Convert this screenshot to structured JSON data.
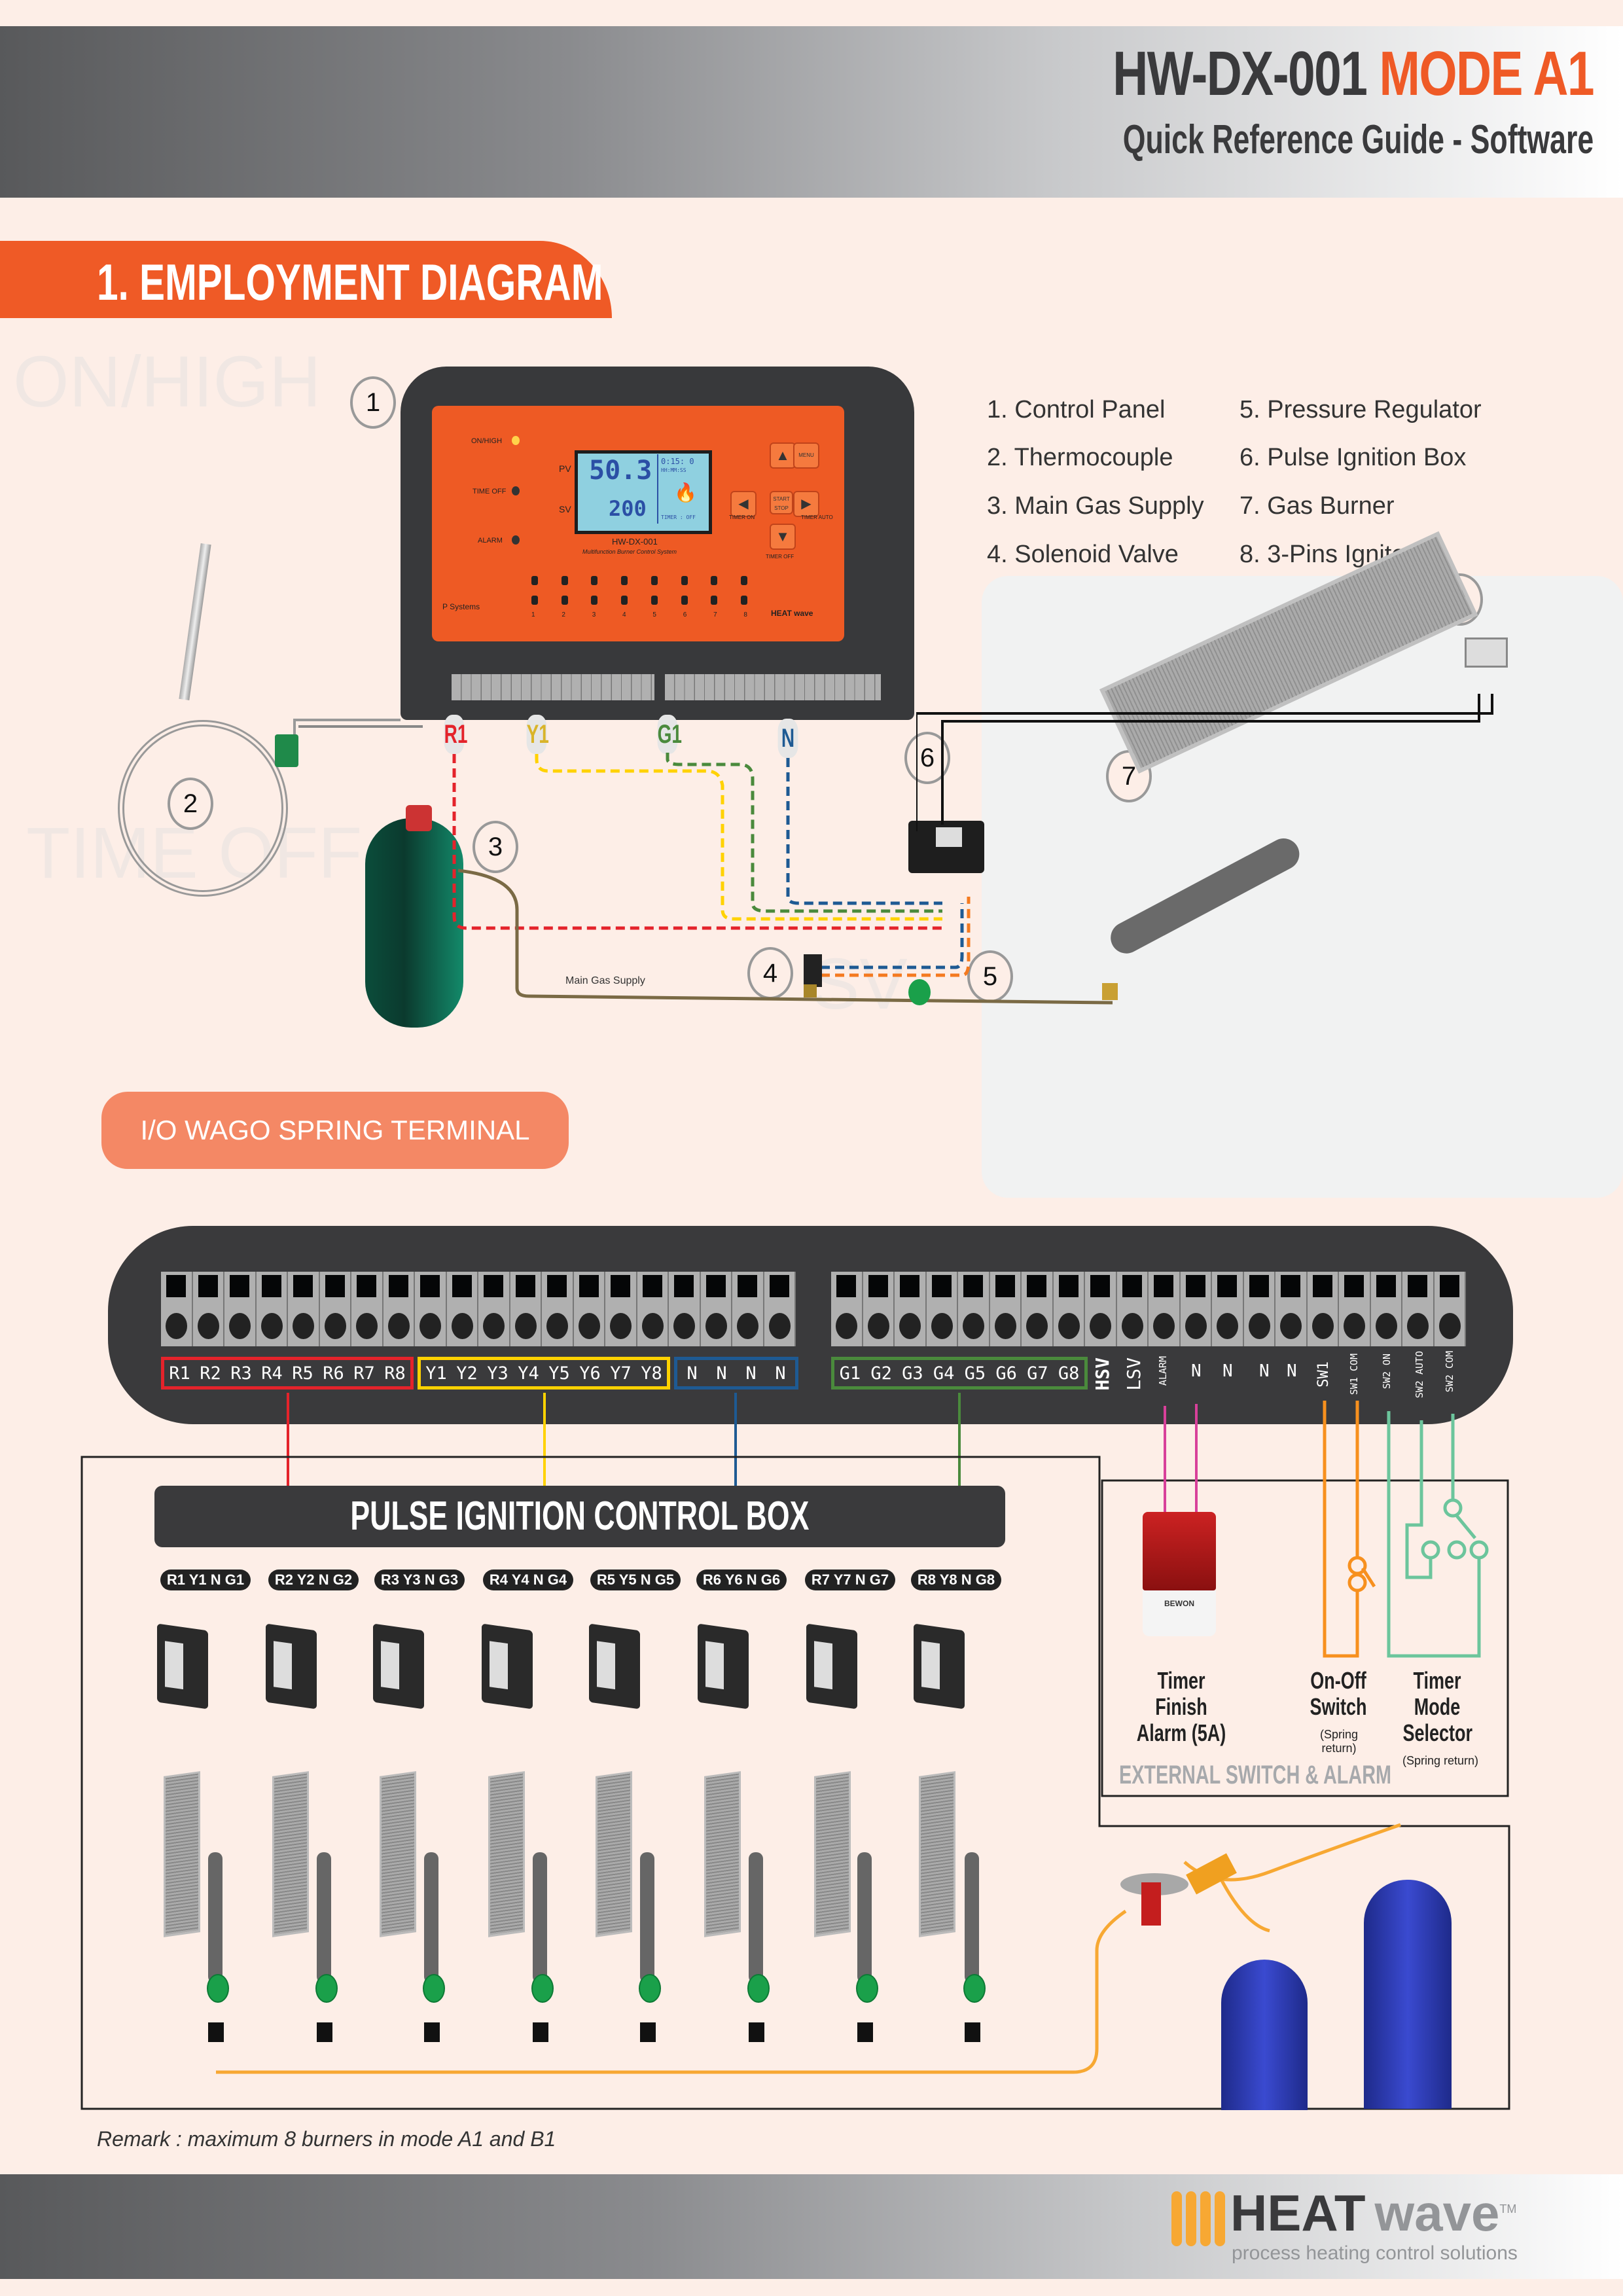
{
  "header": {
    "model": "HW-DX-001",
    "mode": "MODE A1",
    "subtitle": "Quick Reference Guide - Software"
  },
  "section": {
    "title": "1. EMPLOYMENT DIAGRAM"
  },
  "legend": {
    "items": [
      {
        "num": "1",
        "label": "1. Control Panel"
      },
      {
        "num": "2",
        "label": "2. Thermocouple"
      },
      {
        "num": "3",
        "label": "3. Main Gas Supply"
      },
      {
        "num": "4",
        "label": "4. Solenoid Valve"
      },
      {
        "num": "5",
        "label": "5. Pressure Regulator"
      },
      {
        "num": "6",
        "label": "6. Pulse Ignition Box"
      },
      {
        "num": "7",
        "label": "7. Gas Burner"
      },
      {
        "num": "8",
        "label": "8. 3-Pins Igniter"
      }
    ]
  },
  "controller": {
    "indicators": [
      "ON/HIGH",
      "TIME OFF",
      "ALARM"
    ],
    "pv_label": "PV",
    "sv_label": "SV",
    "pv_value": "50.3",
    "sv_value": "200",
    "timer_value": "0:15: 0",
    "timer_format": "HH:MM:SS",
    "timer_status": "TIMER : OFF",
    "model": "HW-DX-001",
    "description": "Multifunction Burner Control System",
    "buttons": {
      "up": "▲",
      "menu": "MENU",
      "left": "◀",
      "start_stop": "START STOP",
      "right": "▶",
      "down": "▼",
      "timer_on": "TIMER ON",
      "timer_auto": "TIMER AUTO",
      "timer_off": "TIMER OFF"
    },
    "channel_numbers": [
      "1",
      "2",
      "3",
      "4",
      "5",
      "6",
      "7",
      "8"
    ],
    "brand_left": "P Systems",
    "brand_right": "HEAT wave"
  },
  "wires": {
    "labels": [
      {
        "text": "R1",
        "color": "#e4232b"
      },
      {
        "text": "Y1",
        "color": "#d9b42a"
      },
      {
        "text": "G1",
        "color": "#4a8a3c"
      },
      {
        "text": "N",
        "color": "#1e5a93"
      }
    ],
    "gas_line_label": "Main Gas Supply"
  },
  "io_terminal": {
    "title": "I/O WAGO SPRING TERMINAL",
    "groups": [
      {
        "name": "red",
        "color": "#e4232b",
        "labels": [
          "R1",
          "R2",
          "R3",
          "R4",
          "R5",
          "R6",
          "R7",
          "R8"
        ]
      },
      {
        "name": "yellow",
        "color": "#ffd200",
        "labels": [
          "Y1",
          "Y2",
          "Y3",
          "Y4",
          "Y5",
          "Y6",
          "Y7",
          "Y8"
        ]
      },
      {
        "name": "blue",
        "color": "#1e5a93",
        "labels": [
          "N",
          "N",
          "N",
          "N"
        ]
      },
      {
        "name": "green",
        "color": "#4a8a3c",
        "labels": [
          "G1",
          "G2",
          "G3",
          "G4",
          "G5",
          "G6",
          "G7",
          "G8"
        ]
      }
    ],
    "right_labels": [
      "HSV",
      "LSV",
      "ALARM",
      "N",
      "N",
      "N",
      "N",
      "SW1",
      "SW1 COM",
      "SW2 ON",
      "SW2 AUTO",
      "SW2 COM"
    ]
  },
  "pulse_box": {
    "title": "PULSE IGNITION CONTROL BOX",
    "channels": [
      "R1 Y1 N G1",
      "R2 Y2 N G2",
      "R3 Y3 N G3",
      "R4 Y4 N G4",
      "R5 Y5 N G5",
      "R6 Y6 N G6",
      "R7 Y7 N G7",
      "R8 Y8 N G8"
    ]
  },
  "external": {
    "title": "EXTERNAL SWITCH & ALARM",
    "alarm_label": "Timer Finish Alarm (5A)",
    "alarm_brand": "BEWON",
    "switch_label": "On-Off Switch",
    "switch_note": "(Spring return)",
    "selector_label": "Timer Mode Selector",
    "selector_note": "(Spring return)"
  },
  "colors": {
    "accent": "#ef5a26",
    "dark": "#3a3a3c",
    "background": "#fdeee7",
    "gas_line": "#f7a833",
    "alarm_wire": "#d8409a",
    "sw1_wire": "#f7901e",
    "sw2_wire": "#6cc59c"
  },
  "remark": "Remark : maximum 8 burners in mode A1 and B1",
  "footer": {
    "brand_heat": "HEAT",
    "brand_wave": "wave",
    "tm": "TM",
    "tagline": "process heating control solutions"
  }
}
